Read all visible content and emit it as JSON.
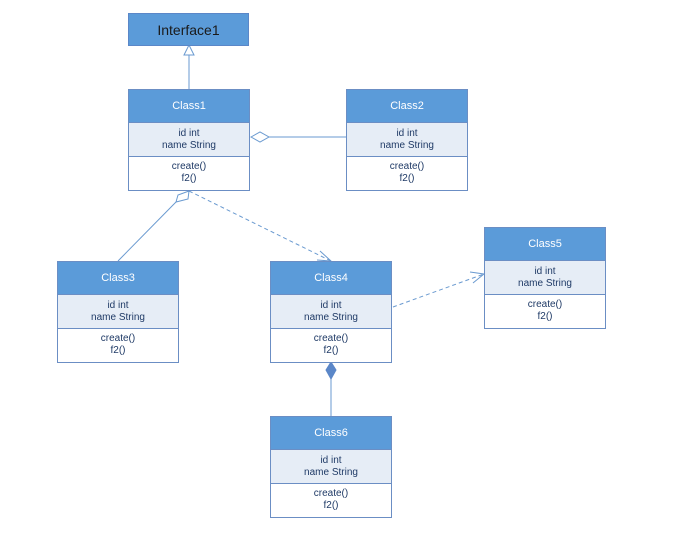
{
  "diagram": {
    "interface": {
      "name": "Interface1"
    },
    "classes": [
      {
        "name": "Class1",
        "attributes": [
          "id int",
          "name String"
        ],
        "methods": [
          "create()",
          "f2()"
        ]
      },
      {
        "name": "Class2",
        "attributes": [
          "id int",
          "name String"
        ],
        "methods": [
          "create()",
          "f2()"
        ]
      },
      {
        "name": "Class3",
        "attributes": [
          "id int",
          "name String"
        ],
        "methods": [
          "create()",
          "f2()"
        ]
      },
      {
        "name": "Class4",
        "attributes": [
          "id int",
          "name String"
        ],
        "methods": [
          "create()",
          "f2()"
        ]
      },
      {
        "name": "Class5",
        "attributes": [
          "id int",
          "name String"
        ],
        "methods": [
          "create()",
          "f2()"
        ]
      },
      {
        "name": "Class6",
        "attributes": [
          "id int",
          "name String"
        ],
        "methods": [
          "create()",
          "f2()"
        ]
      }
    ],
    "relations": [
      {
        "from": "Class1",
        "to": "Interface1",
        "kind": "realization"
      },
      {
        "from": "Class2",
        "to": "Class1",
        "kind": "aggregation"
      },
      {
        "from": "Class3",
        "to": "Class1",
        "kind": "aggregation"
      },
      {
        "from": "Class1",
        "to": "Class4",
        "kind": "dependency"
      },
      {
        "from": "Class4",
        "to": "Class5",
        "kind": "dependency"
      },
      {
        "from": "Class6",
        "to": "Class4",
        "kind": "composition"
      }
    ],
    "colors": {
      "header_fill": "#5b9bd9",
      "attribute_fill": "#e6edf6",
      "border": "#6b8ec4",
      "connector": "#6a9ad0"
    }
  }
}
